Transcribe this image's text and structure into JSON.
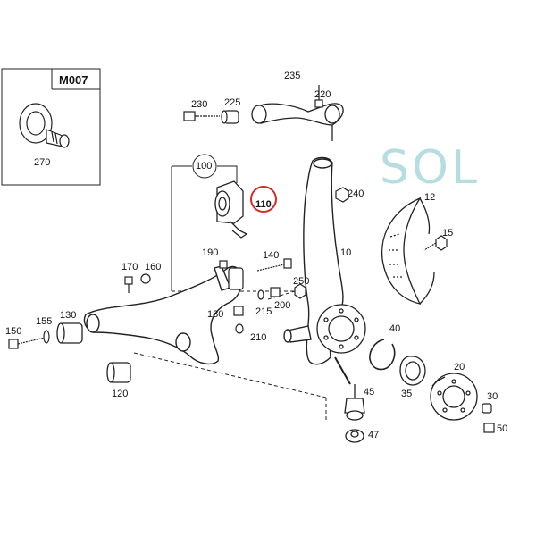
{
  "diagram": {
    "inset_code": "M007",
    "watermark_text": "SOL",
    "highlighted_part": "110",
    "highlight_color": "#d62828",
    "watermark_color": "#b6dde0",
    "labels": {
      "p270": "270",
      "p235": "235",
      "p230": "230",
      "p225": "225",
      "p220": "220",
      "p240": "240",
      "p100": "100",
      "p110": "110",
      "p12": "12",
      "p15": "15",
      "p10": "10",
      "p190": "190",
      "p140": "140",
      "p170": "170",
      "p160": "160",
      "p250": "250",
      "p200": "200",
      "p215": "215",
      "p180": "180",
      "p210": "210",
      "p150": "150",
      "p155": "155",
      "p130": "130",
      "p40": "40",
      "p120": "120",
      "p20": "20",
      "p35": "35",
      "p45": "45",
      "p30": "30",
      "p50": "50",
      "p47": "47"
    }
  }
}
